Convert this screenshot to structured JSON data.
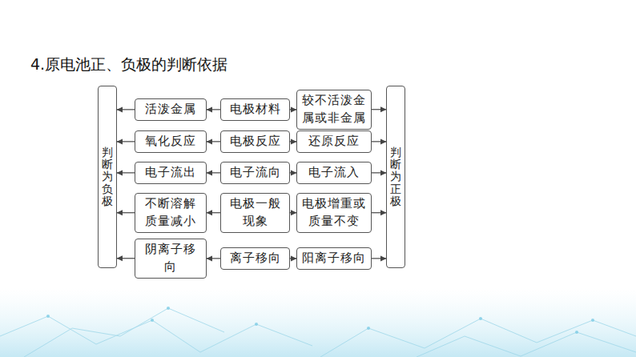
{
  "diagram": {
    "title": "4.原电池正、负极的判断依据",
    "nodes": [
      {
        "text": [
          "判断为负极"
        ]
      },
      {
        "text": [
          "活泼金属"
        ]
      },
      {
        "text": [
          "电极材料"
        ]
      },
      {
        "text": [
          "较不活泼金属或非金属"
        ]
      },
      {
        "text": [
          "氧化反应"
        ]
      },
      {
        "text": [
          "电极反应"
        ]
      },
      {
        "text": [
          "还原反应"
        ]
      },
      {
        "text": [
          "电子流出"
        ]
      },
      {
        "text": [
          "电子流向"
        ]
      },
      {
        "text": [
          "电子流入"
        ]
      },
      {
        "text": [
          "不断溶解质量减小"
        ]
      },
      {
        "text": [
          "电极一般现象"
        ]
      },
      {
        "text": [
          "电极增重或质量不变"
        ]
      },
      {
        "text": [
          "阴离子移向"
        ]
      },
      {
        "text": [
          "离子移向"
        ]
      },
      {
        "text": [
          "阳离子移向"
        ]
      },
      {
        "text": [
          "判断为正极"
        ]
      }
    ],
    "edges": [
      {
        "from": 2,
        "to": 1,
        "arrow": "to"
      },
      {
        "from": 1,
        "to": 0,
        "arrow": "to"
      },
      {
        "from": 2,
        "to": 3,
        "arrow": "to"
      },
      {
        "from": 3,
        "to": 16,
        "arrow": "to"
      },
      {
        "from": 5,
        "to": 4,
        "arrow": "to"
      },
      {
        "from": 4,
        "to": 0,
        "arrow": "to"
      },
      {
        "from": 5,
        "to": 6,
        "arrow": "to"
      },
      {
        "from": 6,
        "to": 16,
        "arrow": "to"
      },
      {
        "from": 8,
        "to": 7,
        "arrow": "to"
      },
      {
        "from": 7,
        "to": 0,
        "arrow": "to"
      },
      {
        "from": 8,
        "to": 9,
        "arrow": "to"
      },
      {
        "from": 9,
        "to": 16,
        "arrow": "to"
      },
      {
        "from": 11,
        "to": 10,
        "arrow": "to"
      },
      {
        "from": 10,
        "to": 0,
        "arrow": "to"
      },
      {
        "from": 11,
        "to": 12,
        "arrow": "to"
      },
      {
        "from": 12,
        "to": 16,
        "arrow": "to"
      },
      {
        "from": 14,
        "to": 13,
        "arrow": "to"
      },
      {
        "from": 13,
        "to": 0,
        "arrow": "to"
      },
      {
        "from": 14,
        "to": 15,
        "arrow": "to"
      },
      {
        "from": 15,
        "to": 16,
        "arrow": "to"
      }
    ]
  }
}
